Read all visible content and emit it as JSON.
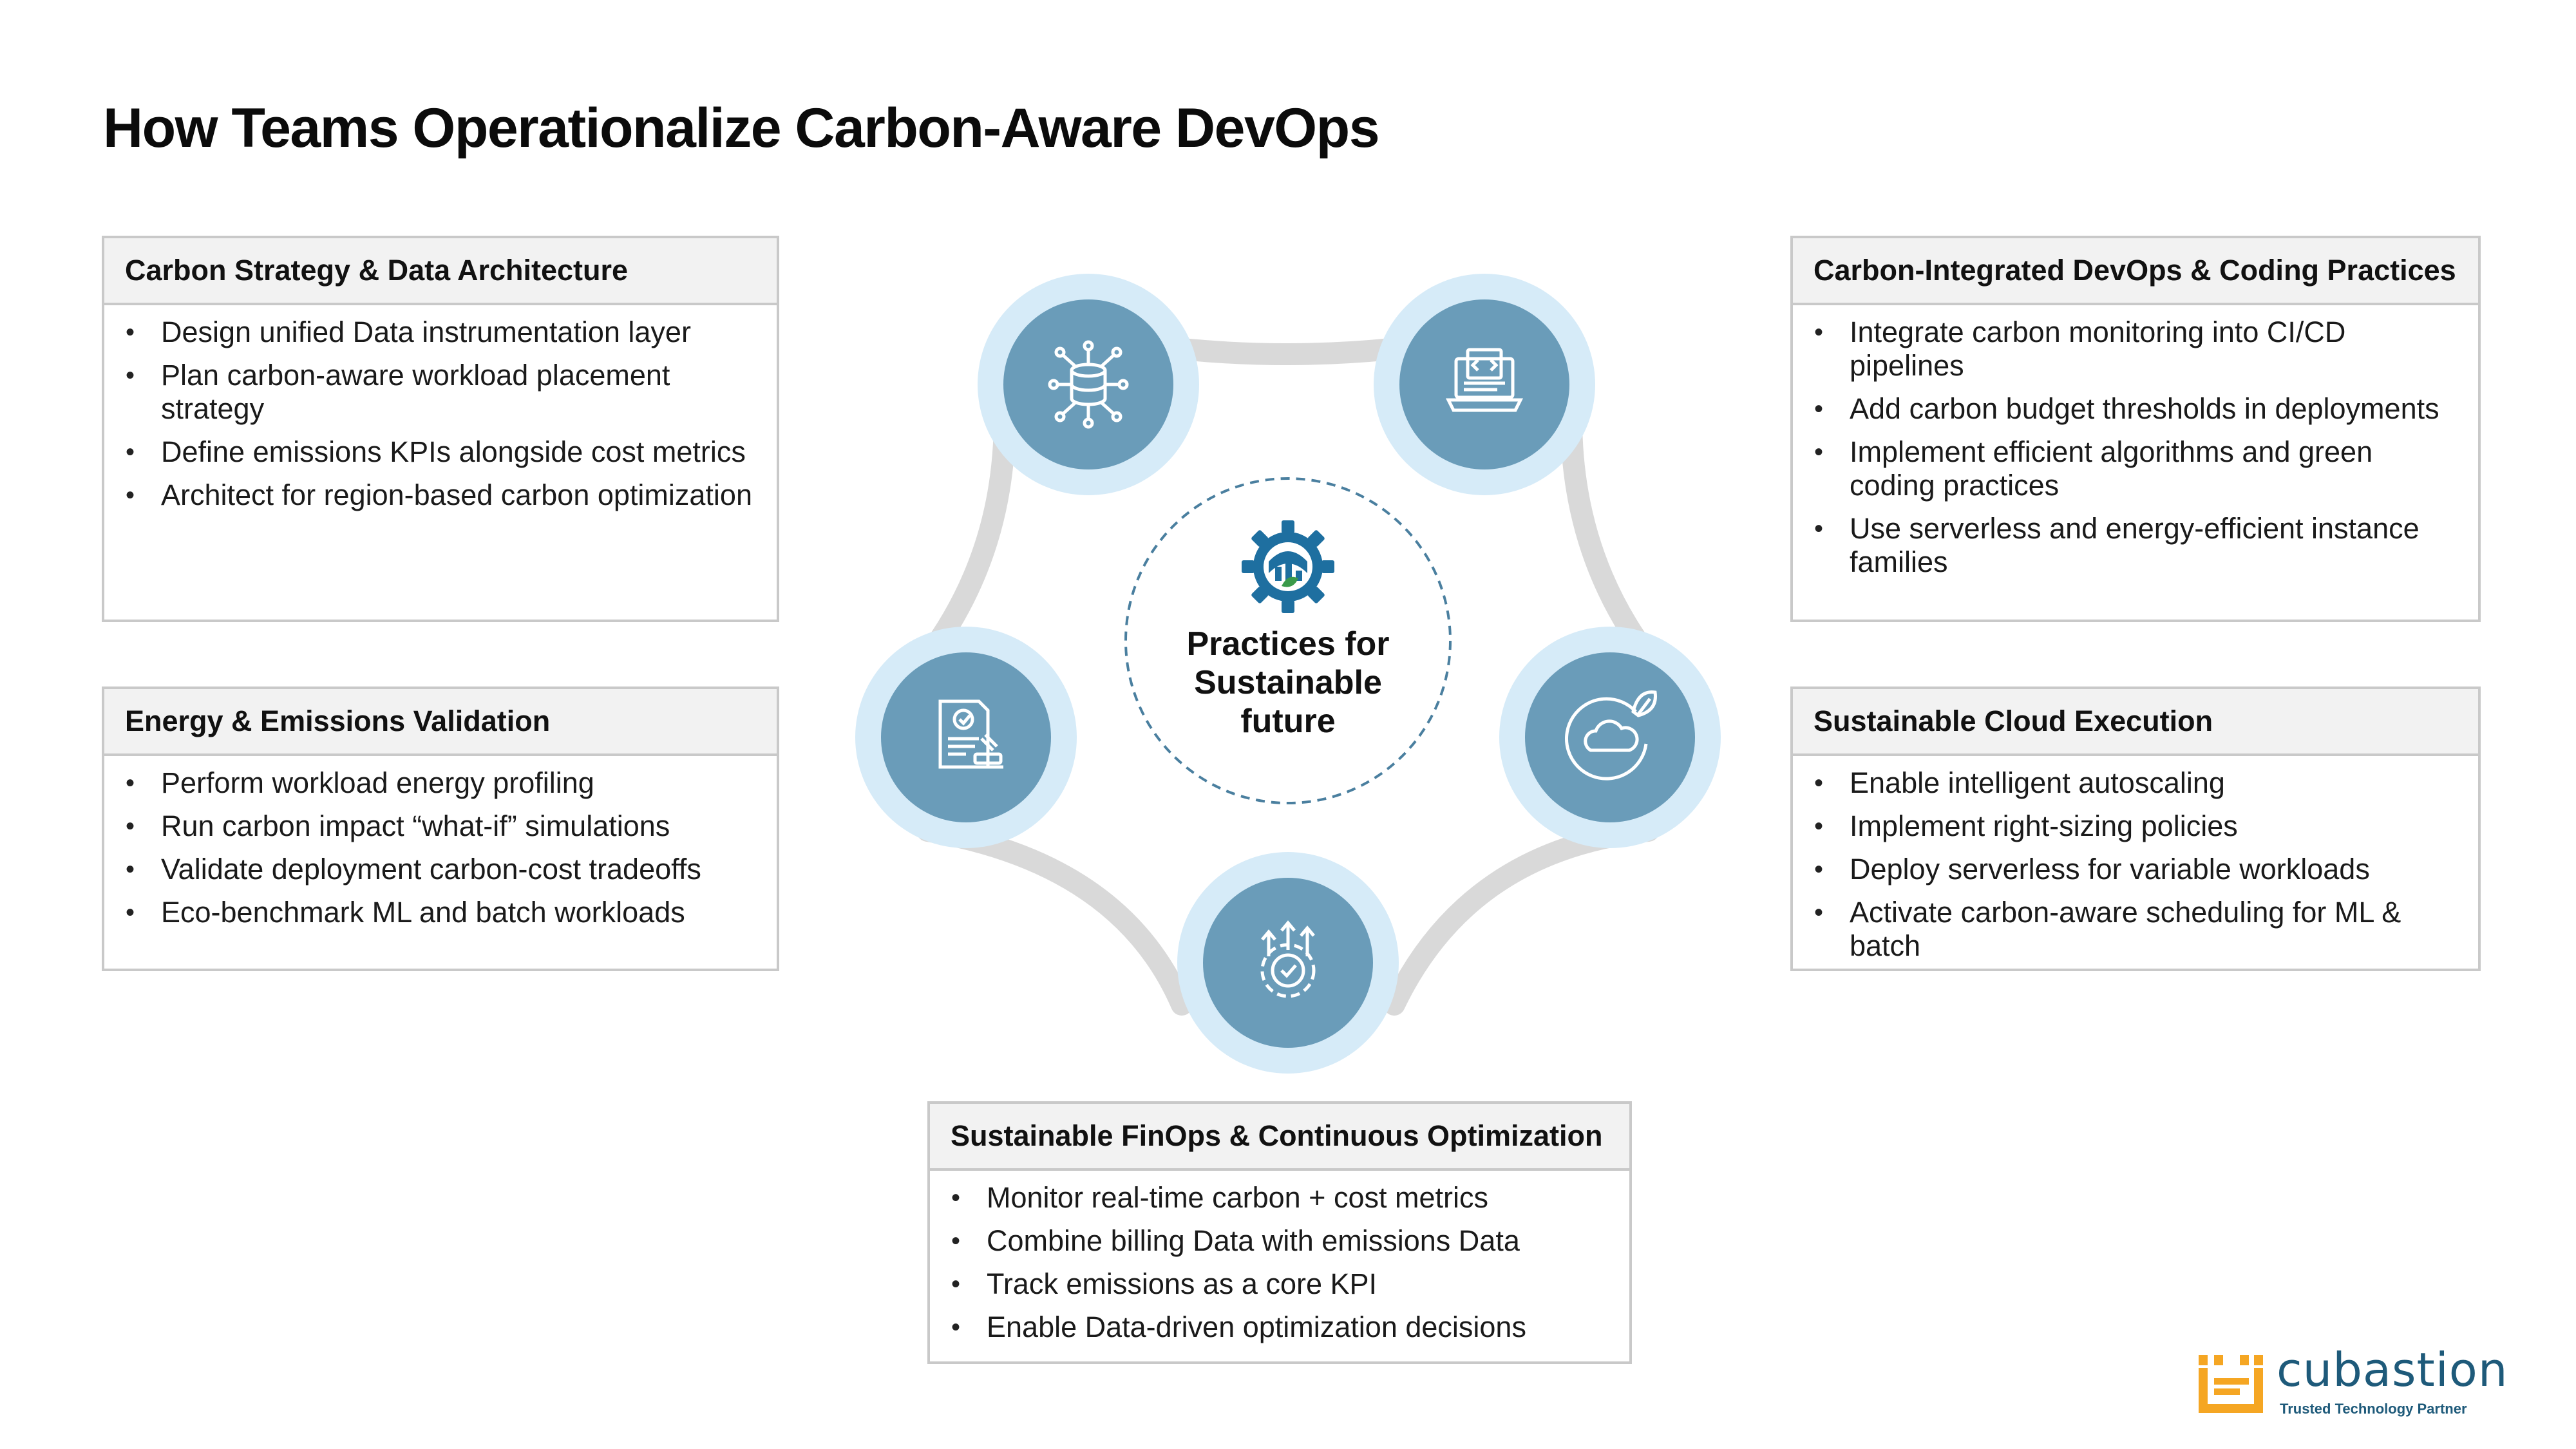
{
  "title": "How Teams Operationalize Carbon-Aware DevOps",
  "center_label": "Practices for Sustainable future",
  "cards": {
    "strategy": {
      "title": "Carbon Strategy & Data Architecture",
      "items": [
        "Design unified Data instrumentation layer",
        "Plan carbon-aware workload placement strategy",
        "Define emissions KPIs alongside cost metrics",
        "Architect for region-based carbon optimization"
      ]
    },
    "validation": {
      "title": "Energy & Emissions Validation",
      "items": [
        "Perform workload energy profiling",
        "Run carbon impact “what-if” simulations",
        "Validate deployment carbon-cost tradeoffs",
        "Eco-benchmark ML and batch workloads"
      ]
    },
    "devops": {
      "title": "Carbon-Integrated DevOps & Coding Practices",
      "items": [
        "Integrate carbon monitoring into CI/CD pipelines",
        "Add carbon budget thresholds in deployments",
        "Implement efficient algorithms and green coding practices",
        "Use serverless and energy-efficient instance families"
      ]
    },
    "cloud": {
      "title": "Sustainable Cloud Execution",
      "items": [
        "Enable intelligent autoscaling",
        "Implement right-sizing policies",
        "Deploy serverless for variable workloads",
        "Activate carbon-aware scheduling for ML & batch"
      ]
    },
    "finops": {
      "title": "Sustainable FinOps & Continuous Optimization",
      "items": [
        "Monitor real-time carbon + cost metrics",
        "Combine billing Data with emissions Data",
        "Track emissions as a core KPI",
        "Enable Data-driven optimization decisions"
      ]
    }
  },
  "hub_icons": [
    "database-network-icon",
    "laptop-code-icon",
    "cloud-leaf-icon",
    "growth-gear-icon",
    "document-stamp-icon",
    "globe-gear-leaf-icon"
  ],
  "colors": {
    "node_inner": "#6a9cb9",
    "node_ring": "#d6ebf8",
    "connector": "#d9d9d9",
    "brand_blue": "#1e5a7a",
    "brand_orange": "#f5a623"
  },
  "logo": {
    "name": "cubastion",
    "tagline": "Trusted Technology Partner"
  }
}
